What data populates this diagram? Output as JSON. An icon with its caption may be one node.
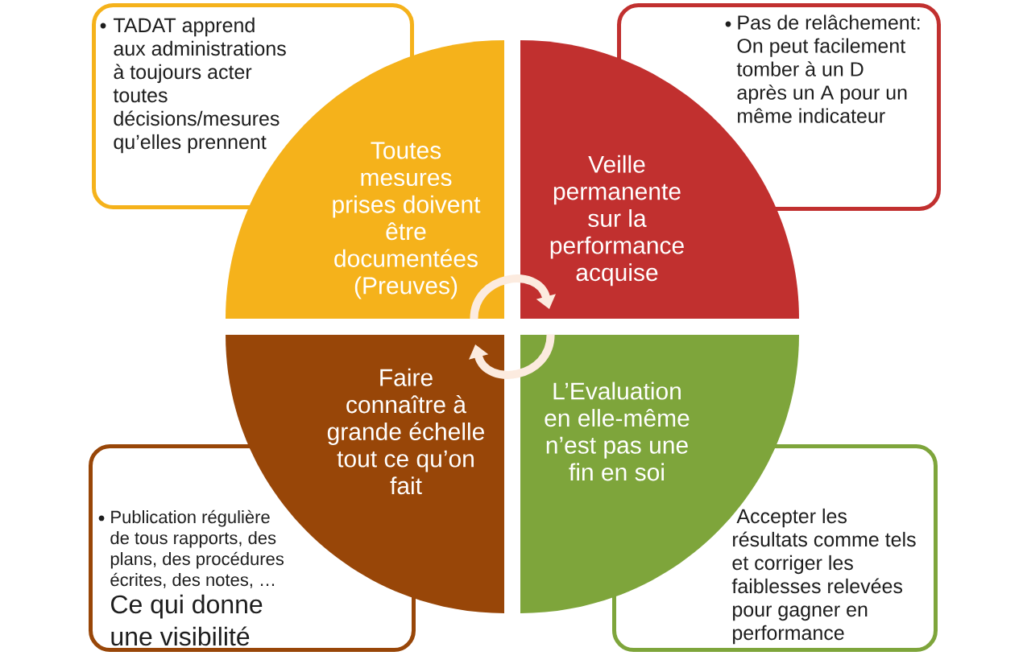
{
  "diagram": {
    "nodes": [
      {
        "text": [
          "TADAT apprend aux administrations à toujours acter toutes décisions/mesures qu’elles prennent"
        ]
      },
      {
        "text": [
          "Pas de relâchement:",
          "On peut facilement tomber à un D après un A pour un même indicateur"
        ]
      },
      {
        "text": [
          "Toutes mesures prises doivent être documentées (Preuves)"
        ]
      },
      {
        "text": [
          "Veille permanente sur la performance acquise"
        ]
      },
      {
        "text": [
          "Faire connaître à grande échelle tout ce qu’on fait"
        ]
      },
      {
        "text": [
          "L’Evaluation en elle-même n’est pas une fin en soi"
        ]
      },
      {
        "text": [
          "Publication régulière de tous rapports, des plans, des procédures écrites, des notes, …",
          "Ce qui donne une visibilité"
        ]
      },
      {
        "text": [
          "Accepter les résultats comme tels et corriger les faiblesses relevées pour gagner en performance"
        ]
      }
    ],
    "edges": [
      {
        "from": 2,
        "to": 3,
        "arrow": "to"
      },
      {
        "from": 5,
        "to": 4,
        "arrow": "to"
      }
    ]
  }
}
